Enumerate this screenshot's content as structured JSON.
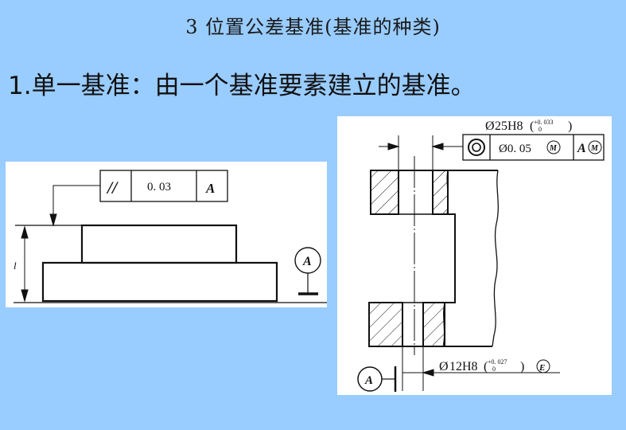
{
  "slide": {
    "background_color": "#99ccff",
    "title": "3  位置公差基准(基准的种类)",
    "subtitle": "1.单一基准：由一个基准要素建立的基准。"
  },
  "figure_left": {
    "feature_control_frame": {
      "symbol": "//",
      "symbol_meaning": "parallelism",
      "tolerance": "0. 03",
      "datum": "A"
    },
    "datum_label": "A",
    "dimension_label": "l"
  },
  "figure_right": {
    "top_dimension": {
      "diameter_symbol": "Ø",
      "size": "25H8",
      "upper_deviation": "+0. 033",
      "lower_deviation": "0"
    },
    "feature_control_frame": {
      "symbol": "◎",
      "symbol_meaning": "concentricity",
      "tolerance": "Ø0. 05",
      "tolerance_modifier": "M",
      "datum": "A",
      "datum_modifier": "M"
    },
    "bottom_dimension": {
      "diameter_symbol": "Ø",
      "size": "12H8",
      "upper_deviation": "+0. 027",
      "lower_deviation": "0",
      "modifier": "E"
    },
    "datum_label": "A"
  }
}
